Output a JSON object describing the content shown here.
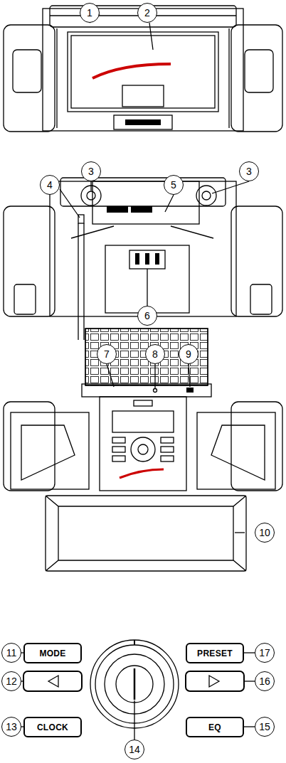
{
  "diagram": {
    "nodes": [
      {
        "text": [
          "MODE"
        ]
      },
      {
        "text": [
          "PRESET"
        ]
      },
      {
        "text": [
          "CLOCK"
        ]
      },
      {
        "text": [
          "EQ"
        ]
      }
    ],
    "labels": [
      "1",
      "2",
      "3",
      "4",
      "5",
      "3",
      "6",
      "7",
      "8",
      "9",
      "10",
      "11",
      "12",
      "13",
      "14",
      "15",
      "16",
      "17"
    ]
  }
}
